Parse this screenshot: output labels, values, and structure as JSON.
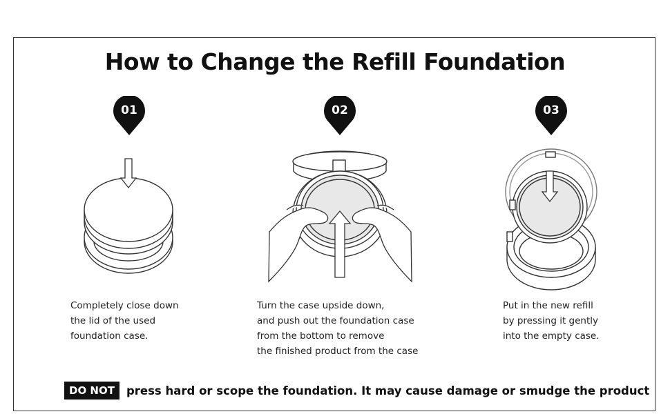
{
  "title": "How to Change the Refill Foundation",
  "steps": [
    {
      "number": "01",
      "lines": [
        "Completely close down",
        "the lid of the used",
        "foundation case."
      ]
    },
    {
      "number": "02",
      "lines": [
        "Turn the case upside down,",
        "and push out the foundation case",
        "from the bottom to remove",
        "the finished product from the case"
      ]
    },
    {
      "number": "03",
      "lines": [
        "Put in the new refill",
        "by pressing it gently",
        "into the empty case."
      ]
    }
  ],
  "warning": {
    "badge": "DO NOT",
    "text": "press hard or scope the foundation. It may cause damage or smudge the product"
  },
  "icons": [
    "location-pin-icon",
    "down-arrow-icon",
    "up-arrow-icon",
    "compact-case-icon",
    "hands-icon"
  ],
  "colors": {
    "pin": "#111111",
    "line": "#333333",
    "fill_light": "#e8e8e8"
  }
}
